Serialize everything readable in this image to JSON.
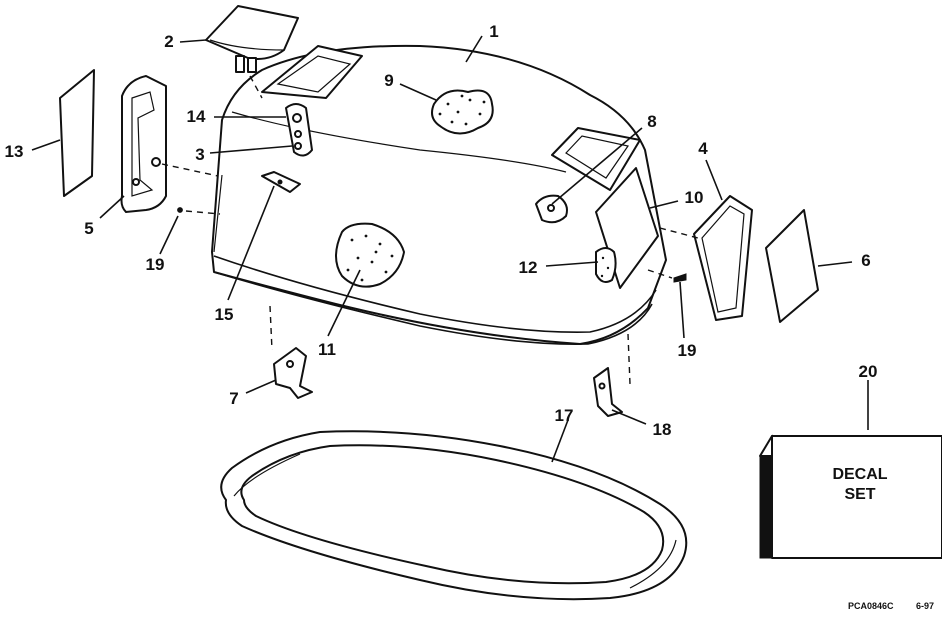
{
  "diagram": {
    "callouts": [
      {
        "id": "1",
        "label": "1"
      },
      {
        "id": "2",
        "label": "2"
      },
      {
        "id": "3",
        "label": "3"
      },
      {
        "id": "4",
        "label": "4"
      },
      {
        "id": "5",
        "label": "5"
      },
      {
        "id": "6",
        "label": "6"
      },
      {
        "id": "7",
        "label": "7"
      },
      {
        "id": "8",
        "label": "8"
      },
      {
        "id": "9",
        "label": "9"
      },
      {
        "id": "10",
        "label": "10"
      },
      {
        "id": "11",
        "label": "11"
      },
      {
        "id": "12",
        "label": "12"
      },
      {
        "id": "13",
        "label": "13"
      },
      {
        "id": "14",
        "label": "14"
      },
      {
        "id": "15",
        "label": "15"
      },
      {
        "id": "17",
        "label": "17"
      },
      {
        "id": "18",
        "label": "18"
      },
      {
        "id": "19a",
        "label": "19"
      },
      {
        "id": "19b",
        "label": "19"
      },
      {
        "id": "20",
        "label": "20"
      }
    ],
    "decal_box": {
      "line1": "DECAL",
      "line2": "SET"
    },
    "footer": {
      "code": "PCA0846C",
      "date": "6-97"
    }
  }
}
